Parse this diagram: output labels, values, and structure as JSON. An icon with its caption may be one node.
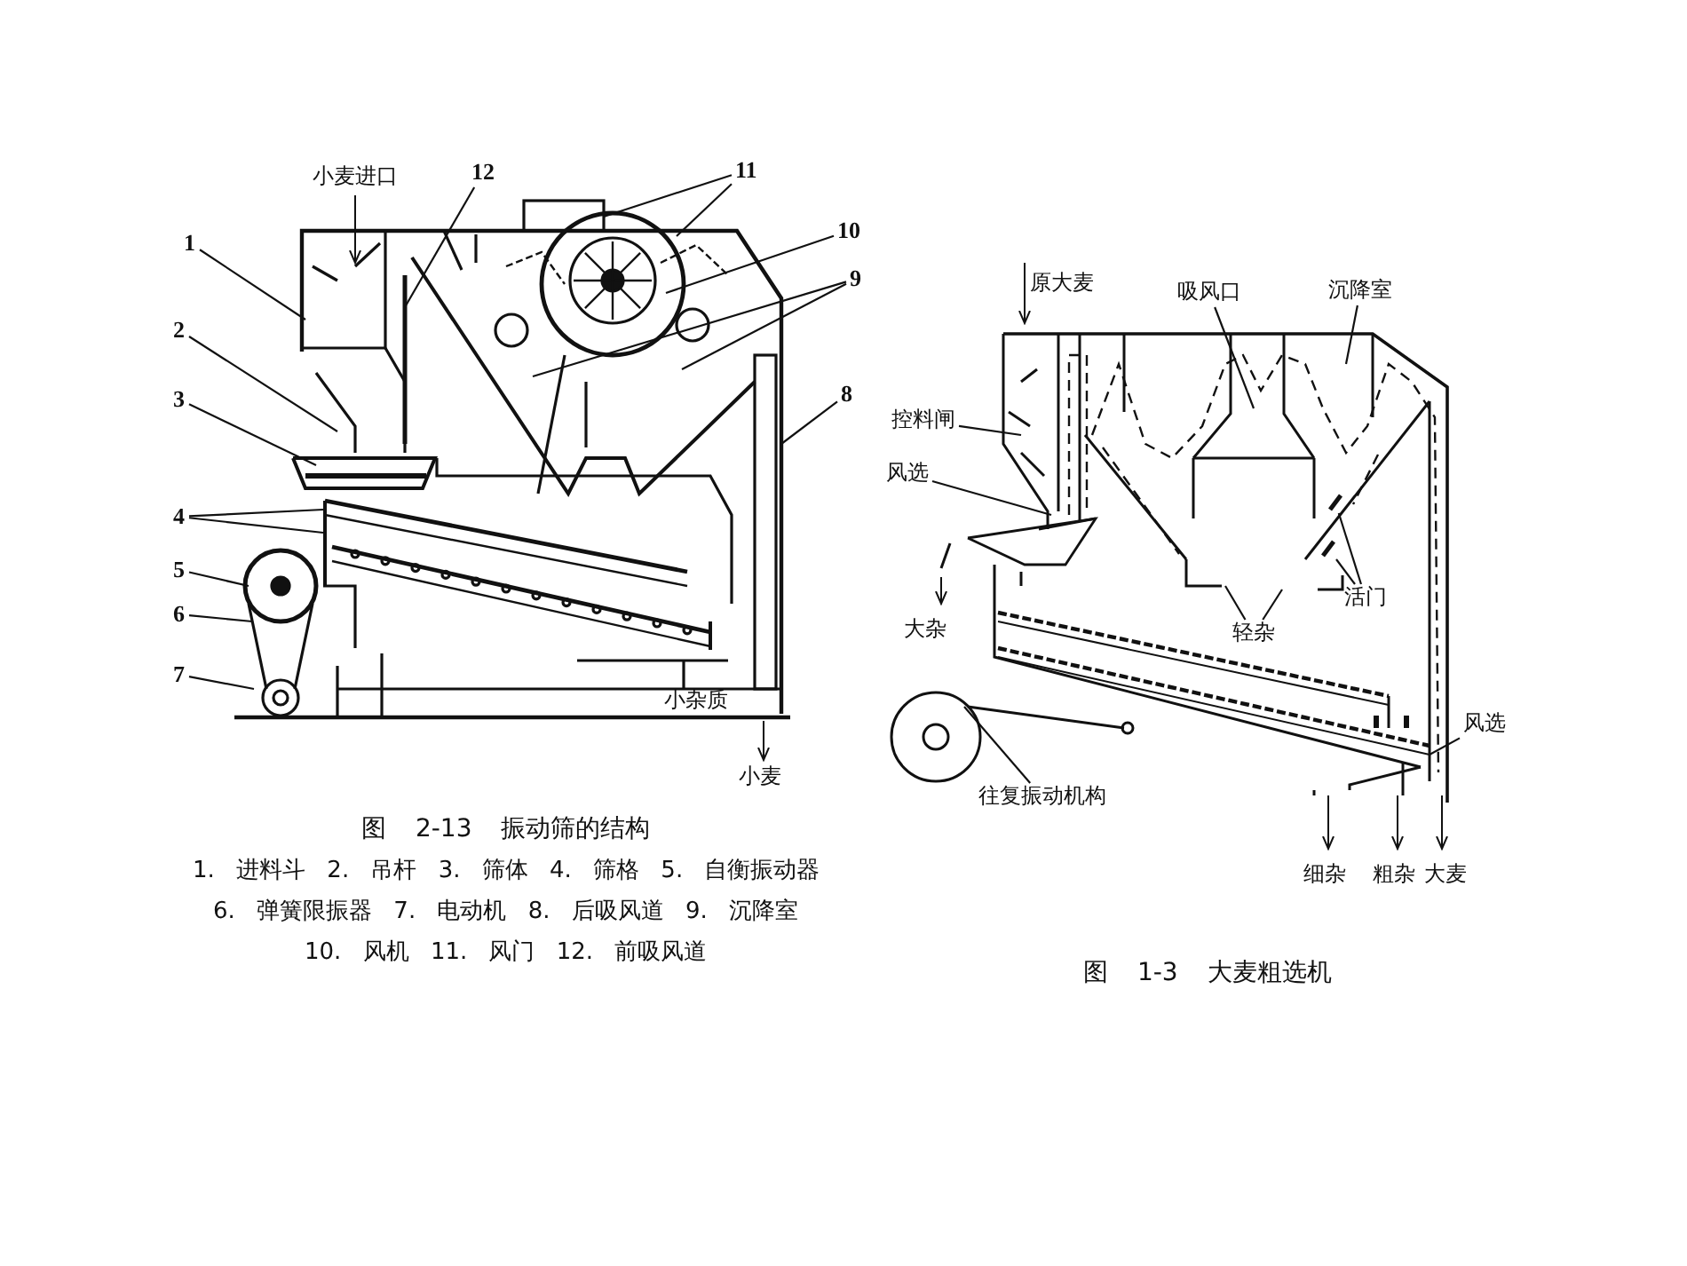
{
  "diagram": {
    "nodes": [
      {
        "text": [
          "1"
        ]
      },
      {
        "text": [
          "2"
        ]
      },
      {
        "text": [
          "3"
        ]
      },
      {
        "text": [
          "4"
        ]
      },
      {
        "text": [
          "5"
        ]
      },
      {
        "text": [
          "6"
        ]
      },
      {
        "text": [
          "7"
        ]
      },
      {
        "text": [
          "8"
        ]
      },
      {
        "text": [
          "9"
        ]
      },
      {
        "text": [
          "10"
        ]
      },
      {
        "text": [
          "11"
        ]
      },
      {
        "text": [
          "12"
        ]
      },
      {
        "text": [
          "控料闸"
        ]
      },
      {
        "text": [
          "风选"
        ]
      },
      {
        "text": [
          "吸风口"
        ]
      },
      {
        "text": [
          "沉降室"
        ]
      },
      {
        "text": [
          "往复振动机构"
        ]
      },
      {
        "text": [
          "轻杂"
        ]
      },
      {
        "text": [
          "活门"
        ]
      },
      {
        "text": [
          "风选"
        ]
      },
      {
        "text": [],
        "shape": "bar"
      },
      {
        "text": [],
        "shape": "bar"
      }
    ],
    "edges": [
      {
        "from": 0,
        "to": null,
        "arrow": "none"
      },
      {
        "from": 1,
        "to": null,
        "arrow": "none"
      },
      {
        "from": 2,
        "to": null,
        "arrow": "none"
      },
      {
        "from": 3,
        "to": null,
        "arrow": "none"
      },
      {
        "from": 3,
        "to": null,
        "arrow": "none"
      },
      {
        "from": 4,
        "to": null,
        "arrow": "none"
      },
      {
        "from": 5,
        "to": null,
        "arrow": "none"
      },
      {
        "from": 6,
        "to": null,
        "arrow": "none"
      },
      {
        "from": 7,
        "to": null,
        "arrow": "none"
      },
      {
        "from": 8,
        "to": null,
        "arrow": "none"
      },
      {
        "from": 8,
        "to": null,
        "arrow": "none"
      },
      {
        "from": 9,
        "to": null,
        "arrow": "none"
      },
      {
        "from": 10,
        "to": null,
        "arrow": "none"
      },
      {
        "from": 10,
        "to": null,
        "arrow": "none"
      },
      {
        "from": 11,
        "to": null,
        "arrow": "none"
      },
      {
        "from": 12,
        "to": null,
        "arrow": "none"
      },
      {
        "from": 13,
        "to": null,
        "arrow": "none"
      },
      {
        "from": 14,
        "to": null,
        "arrow": "none"
      },
      {
        "from": 15,
        "to": null,
        "arrow": "none"
      },
      {
        "from": 16,
        "to": null,
        "arrow": "none"
      },
      {
        "from": 17,
        "to": null,
        "arrow": "none"
      },
      {
        "from": 17,
        "to": null,
        "arrow": "none"
      },
      {
        "from": 18,
        "to": 20,
        "arrow": "none"
      },
      {
        "from": 18,
        "to": 21,
        "arrow": "none"
      },
      {
        "from": 19,
        "to": null,
        "arrow": "none"
      }
    ],
    "labels": [
      "小麦进口",
      "小杂质",
      "小麦",
      "图 2-13 振动筛的结构",
      "1. 进料斗 2. 吊杆 3. 筛体 4. 筛格 5. 自衡振动器",
      "6. 弹簧限振器 7. 电动机 8. 后吸风道 9. 沉降室",
      "10. 风机 11. 风门 12. 前吸风道",
      "原大麦",
      "大杂",
      "细杂",
      "粗杂",
      "大麦",
      "图 1-3 大麦粗选机"
    ]
  }
}
